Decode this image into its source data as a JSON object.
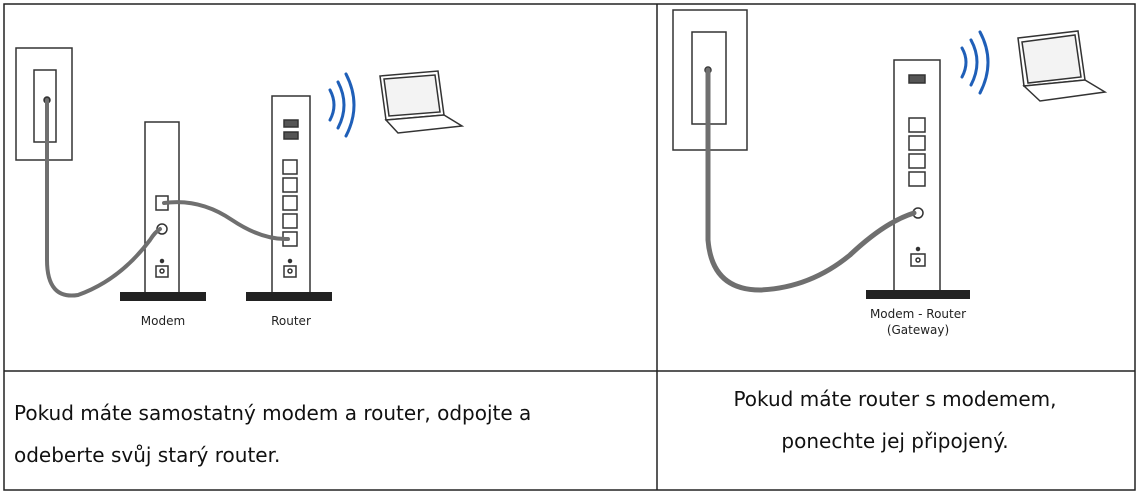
{
  "colors": {
    "border": "#222222",
    "device_stroke": "#333333",
    "cable": "#6f6f6f",
    "wifi": "#1f5fb8",
    "background": "#ffffff"
  },
  "left_panel": {
    "labels": {
      "modem": "Modem",
      "router": "Router"
    },
    "caption_line1": "Pokud máte samostatný modem a router, odpojte a",
    "caption_line2": "odeberte svůj starý router."
  },
  "right_panel": {
    "labels": {
      "gateway_line1": "Modem - Router",
      "gateway_line2": "(Gateway)"
    },
    "caption_line1": "Pokud máte router s modemem,",
    "caption_line2": "ponechte jej připojený."
  }
}
